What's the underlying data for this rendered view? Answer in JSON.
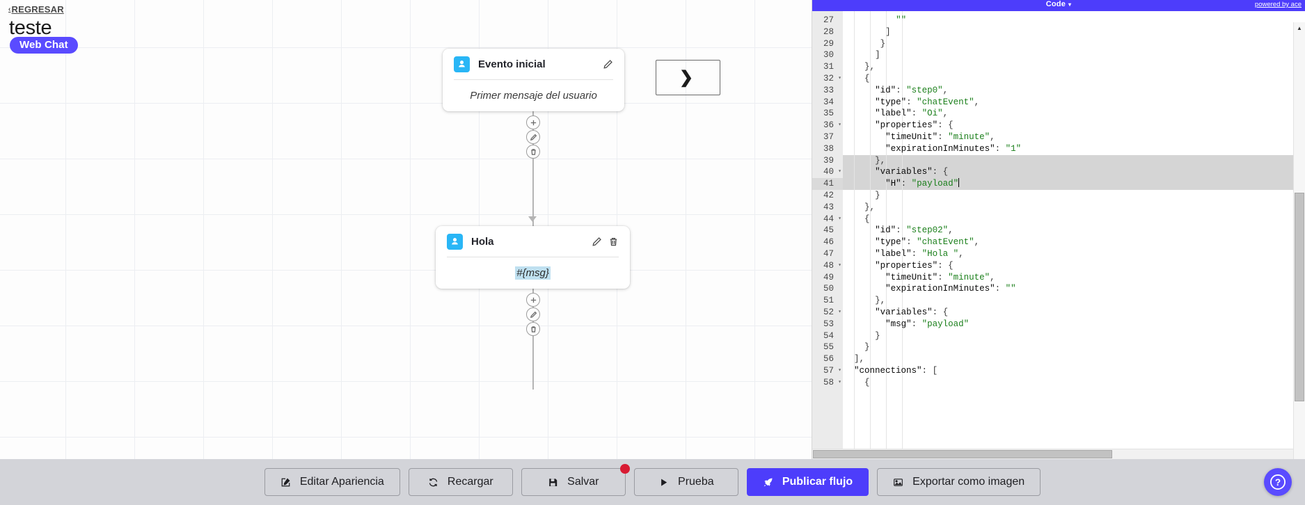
{
  "header": {
    "back_label": "REGRESAR",
    "back_chevron": "‹",
    "flow_title": "teste",
    "channel_badge": "Web Chat"
  },
  "canvas": {
    "nodes": [
      {
        "id": "node-initial",
        "title": "Evento inicial",
        "body_text": "Primer mensaje del usuario",
        "body_highlighted": false,
        "avatar_icon": "user-icon",
        "actions": [
          "edit-icon"
        ]
      },
      {
        "id": "node-hola",
        "title": "Hola",
        "body_text": "#{msg}",
        "body_highlighted": true,
        "avatar_icon": "user-icon",
        "actions": [
          "edit-icon",
          "trash-icon"
        ]
      }
    ],
    "connector_actions": [
      "plus-icon",
      "pencil-icon",
      "trash-icon"
    ]
  },
  "code_panel": {
    "title": "Code",
    "title_caret": "▾",
    "credit": "powered by ace",
    "first_line": 27,
    "active_line": 41,
    "selection_lines": [
      39,
      40,
      41
    ],
    "lines": [
      {
        "n": 27,
        "fold": false,
        "text": "        \"\""
      },
      {
        "n": 28,
        "fold": false,
        "text": "      ]"
      },
      {
        "n": 29,
        "fold": false,
        "text": "     }"
      },
      {
        "n": 30,
        "fold": false,
        "text": "    ]"
      },
      {
        "n": 31,
        "fold": false,
        "text": "  },"
      },
      {
        "n": 32,
        "fold": true,
        "text": "  {"
      },
      {
        "n": 33,
        "fold": false,
        "text": "    \"id\": \"step0\","
      },
      {
        "n": 34,
        "fold": false,
        "text": "    \"type\": \"chatEvent\","
      },
      {
        "n": 35,
        "fold": false,
        "text": "    \"label\": \"Oi\","
      },
      {
        "n": 36,
        "fold": true,
        "text": "    \"properties\": {"
      },
      {
        "n": 37,
        "fold": false,
        "text": "      \"timeUnit\": \"minute\","
      },
      {
        "n": 38,
        "fold": false,
        "text": "      \"expirationInMinutes\": \"1\""
      },
      {
        "n": 39,
        "fold": false,
        "text": "    },"
      },
      {
        "n": 40,
        "fold": true,
        "text": "    \"variables\": {"
      },
      {
        "n": 41,
        "fold": false,
        "text": "      \"H\": \"payload\""
      },
      {
        "n": 42,
        "fold": false,
        "text": "    }"
      },
      {
        "n": 43,
        "fold": false,
        "text": "  },"
      },
      {
        "n": 44,
        "fold": true,
        "text": "  {"
      },
      {
        "n": 45,
        "fold": false,
        "text": "    \"id\": \"step02\","
      },
      {
        "n": 46,
        "fold": false,
        "text": "    \"type\": \"chatEvent\","
      },
      {
        "n": 47,
        "fold": false,
        "text": "    \"label\": \"Hola \","
      },
      {
        "n": 48,
        "fold": true,
        "text": "    \"properties\": {"
      },
      {
        "n": 49,
        "fold": false,
        "text": "      \"timeUnit\": \"minute\","
      },
      {
        "n": 50,
        "fold": false,
        "text": "      \"expirationInMinutes\": \"\""
      },
      {
        "n": 51,
        "fold": false,
        "text": "    },"
      },
      {
        "n": 52,
        "fold": true,
        "text": "    \"variables\": {"
      },
      {
        "n": 53,
        "fold": false,
        "text": "      \"msg\": \"payload\""
      },
      {
        "n": 54,
        "fold": false,
        "text": "    }"
      },
      {
        "n": 55,
        "fold": false,
        "text": "  }"
      },
      {
        "n": 56,
        "fold": false,
        "text": "],"
      },
      {
        "n": 57,
        "fold": true,
        "text": "\"connections\": ["
      },
      {
        "n": 58,
        "fold": true,
        "text": "  {"
      }
    ]
  },
  "toolbar": {
    "buttons": [
      {
        "label": "Editar Apariencia",
        "icon": "edit-square-icon",
        "primary": false,
        "badge": false
      },
      {
        "label": "Recargar",
        "icon": "refresh-icon",
        "primary": false,
        "badge": false
      },
      {
        "label": "Salvar",
        "icon": "save-disk-icon",
        "primary": false,
        "badge": true
      },
      {
        "label": "Prueba",
        "icon": "play-icon",
        "primary": false,
        "badge": false
      },
      {
        "label": "Publicar flujo",
        "icon": "rocket-icon",
        "primary": true,
        "badge": false
      },
      {
        "label": "Exportar como imagen",
        "icon": "image-icon",
        "primary": false,
        "badge": false
      }
    ],
    "help_label": "?"
  },
  "colors": {
    "accent": "#4d3dfb",
    "badge": "#5a4bff",
    "avatar": "#29b6f6",
    "toolbar_bg": "#d3d4d9",
    "alert_dot": "#d81b33",
    "code_string": "#1a7f1a",
    "highlight": "#bfe0f0"
  }
}
